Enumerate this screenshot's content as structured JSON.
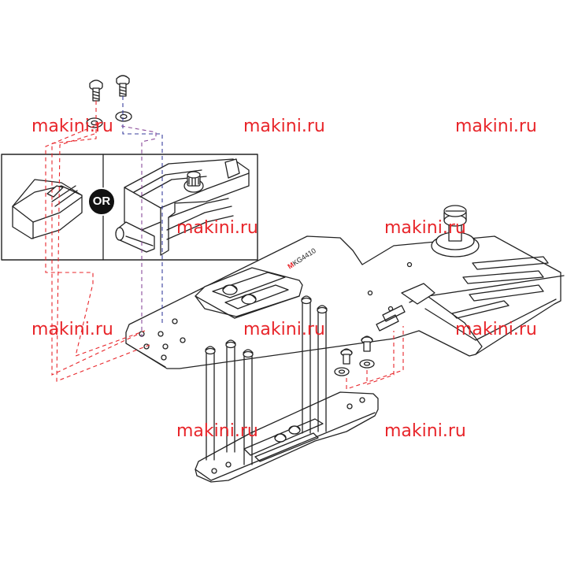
{
  "watermarks": [
    {
      "text": "makini.ru"
    },
    {
      "text": "makini.ru"
    },
    {
      "text": "makini.ru"
    },
    {
      "text": "makini.ru"
    },
    {
      "text": "makini.ru"
    },
    {
      "text": "makini.ru"
    },
    {
      "text": "makini.ru"
    },
    {
      "text": "makini.ru"
    },
    {
      "text": "makini.ru"
    },
    {
      "text": "makini.ru"
    }
  ],
  "inset": {
    "or_label": "OR"
  },
  "part": {
    "brand_mark": "M",
    "number": "KG4410"
  },
  "colors": {
    "watermark": "#e8252a",
    "line": "#222222",
    "dash_red": "#e8252a",
    "dash_blue": "#3a3f9e",
    "dash_purple": "#8a4a9a"
  }
}
